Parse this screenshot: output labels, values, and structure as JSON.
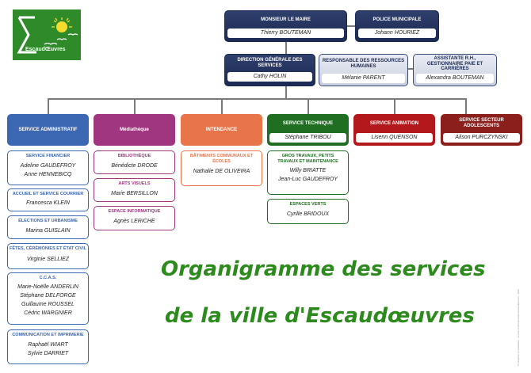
{
  "logo": {
    "text": "EscaudŒuvres"
  },
  "top": {
    "maire": {
      "title": "MONSIEUR LE MAIRE",
      "name": "Thierry BOUTEMAN"
    },
    "police": {
      "title": "POLICE MUNICIPALE",
      "name": "Johann HOURIEZ"
    },
    "dgs": {
      "title": "DIRECTION GÉNÉRALE DES SERVICES",
      "name": "Cathy HOLIN"
    },
    "rh": {
      "title": "RESPONSABLE DES RESSOURCES HUMAINES",
      "name": "Mélanie PARENT"
    },
    "assist": {
      "title": "ASSISTANTE R.H., GESTIONNAIRE PAIE ET CARRIÈRES",
      "name": "Alexandra BOUTEMAN"
    }
  },
  "services": {
    "admin": {
      "title": "SERVICE ADMINISTRATIF",
      "color": "#3b67b3"
    },
    "media": {
      "title": "Médiathèque",
      "color": "#a0367f"
    },
    "intend": {
      "title": "INTENDANCE",
      "color": "#e8744a"
    },
    "tech": {
      "title": "SERVICE TECHNIQUE",
      "name": "Stéphane TRIBOU",
      "color": "#1f6e22"
    },
    "anim": {
      "title": "SERVICE ANIMATION",
      "name": "Lisenn QUENSON",
      "color": "#b3191c"
    },
    "ado": {
      "title": "SERVICE SECTEUR ADOLESCENTS",
      "name": "Alison PURCZYNSKI",
      "color": "#8a1f1c"
    }
  },
  "admin_subs": [
    {
      "title": "SERVICE FINANCIER",
      "names": [
        "Adeline GAUDEFROY",
        "Anne HENNEBICQ"
      ]
    },
    {
      "title": "ACCUEIL ET SERVICE COURRIER",
      "names": [
        "Francesca KLEIN"
      ]
    },
    {
      "title": "ÉLECTIONS ET URBANISME",
      "names": [
        "Marina GUISLAIN"
      ]
    },
    {
      "title": "FÊTES, CÉRÉMONIES ET ÉTAT CIVIL",
      "names": [
        "Virginie SELLIEZ"
      ]
    },
    {
      "title": "C.C.A.S.",
      "names": [
        "Marie-Noëlle ANDERLIN",
        "Stéphane DELFORGE",
        "Guillaume ROUSSEL",
        "Cédric WARGNIER"
      ]
    },
    {
      "title": "COMMUNICATION ET IMPRIMERIE",
      "names": [
        "Raphaël WIART",
        "Sylvie DARRIET"
      ]
    }
  ],
  "media_subs": [
    {
      "title": "BIBLIOTHÈQUE",
      "names": [
        "Bénédicte DRODE"
      ]
    },
    {
      "title": "ARTS VISUELS",
      "names": [
        "Marie BERSILLON"
      ]
    },
    {
      "title": "ESPACE INFORMATIQUE",
      "names": [
        "Agnès LERICHE"
      ]
    }
  ],
  "intend_subs": [
    {
      "title": "BÂTIMENTS COMMUNAUX ET ÉCOLES",
      "names": [
        "Nathalie DE OLIVEIRA"
      ]
    }
  ],
  "tech_subs": [
    {
      "title": "GROS TRAVAUX, PETITS TRAVAUX ET MAINTENANCE",
      "names": [
        "Willy BRIATTE",
        "Jean-Luc GAUDEFROY"
      ]
    },
    {
      "title": "ESPACES VERTS",
      "names": [
        "Cyrille BRIDOUX"
      ]
    }
  ],
  "main_title": {
    "line1": "Organigramme des services",
    "line2": "de la ville d'Escaudœuvres"
  },
  "side_note": "Conception et réalisation : service Communication Escaudœuvres - 2023"
}
